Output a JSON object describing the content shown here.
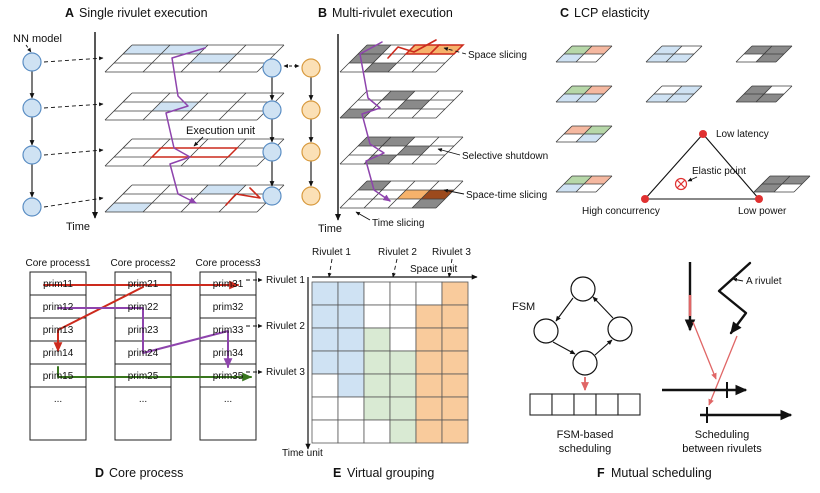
{
  "figure": {
    "panels": {
      "a": {
        "letter": "A",
        "title": "Single rivulet execution",
        "labels": {
          "nn_model": "NN model",
          "execution_unit": "Execution unit",
          "time": "Time"
        }
      },
      "b": {
        "letter": "B",
        "title": "Multi-rivulet execution",
        "labels": {
          "space_slicing": "Space slicing",
          "selective_shutdown": "Selective shutdown",
          "space_time_slicing": "Space-time slicing",
          "time_slicing": "Time slicing",
          "time": "Time"
        }
      },
      "c": {
        "letter": "C",
        "title": "LCP elasticity",
        "labels": {
          "low_latency": "Low latency",
          "elastic_point": "Elastic point",
          "high_concurrency": "High concurrency",
          "low_power": "Low power"
        }
      },
      "d": {
        "letter": "D",
        "title": "Core process",
        "headers": [
          "Core process1",
          "Core process2",
          "Core process3"
        ],
        "columns": [
          [
            "prim11",
            "prim12",
            "prim13",
            "prim14",
            "prim15",
            "..."
          ],
          [
            "prim21",
            "prim22",
            "prim23",
            "prim24",
            "prim25",
            "..."
          ],
          [
            "prim31",
            "prim32",
            "prim33",
            "prim34",
            "prim35",
            "..."
          ]
        ],
        "rivulets": [
          "Rivulet 1",
          "Rivulet 2",
          "Rivulet 3"
        ]
      },
      "e": {
        "letter": "E",
        "title": "Virtual grouping",
        "rivulets": [
          "Rivulet 1",
          "Rivulet 2",
          "Rivulet 3"
        ],
        "labels": {
          "space_unit": "Space unit",
          "time_unit": "Time unit"
        },
        "grid": {
          "cols": 6,
          "rows": 7,
          "legend": {
            "B": "#cfe2f3",
            "G": "#d9ead3",
            "O": "#f9cb9c",
            "W": "#ffffff"
          },
          "cells": [
            [
              "B",
              "B",
              "W",
              "W",
              "W",
              "O"
            ],
            [
              "B",
              "B",
              "W",
              "W",
              "O",
              "O"
            ],
            [
              "B",
              "B",
              "G",
              "W",
              "O",
              "O"
            ],
            [
              "B",
              "B",
              "G",
              "G",
              "O",
              "O"
            ],
            [
              "W",
              "B",
              "G",
              "G",
              "O",
              "O"
            ],
            [
              "W",
              "W",
              "G",
              "G",
              "O",
              "O"
            ],
            [
              "W",
              "W",
              "W",
              "G",
              "O",
              "O"
            ]
          ]
        }
      },
      "f": {
        "letter": "F",
        "title": "Mutual scheduling",
        "labels": {
          "fsm": "FSM",
          "fsm_caption_line1": "FSM-based",
          "fsm_caption_line2": "scheduling",
          "a_rivulet": "A rivulet",
          "sched_caption_line1": "Scheduling",
          "sched_caption_line2": "between rivulets"
        }
      }
    },
    "colors": {
      "rivulet_blue": "#cfe2f3",
      "rivulet_orange": "#fbe0b6",
      "cell_gray": "#8a8a8a",
      "cell_green": "#b6d7a8",
      "cell_salmon": "#f5b8a0",
      "cell_orange": "#f6b26b",
      "cell_brown": "#9c4a1d",
      "path_red": "#cc2a1d",
      "path_purple": "#8e44ad",
      "path_green": "#38761d",
      "accent_salmon": "#e06666",
      "vertex_red": "#e03131"
    }
  }
}
